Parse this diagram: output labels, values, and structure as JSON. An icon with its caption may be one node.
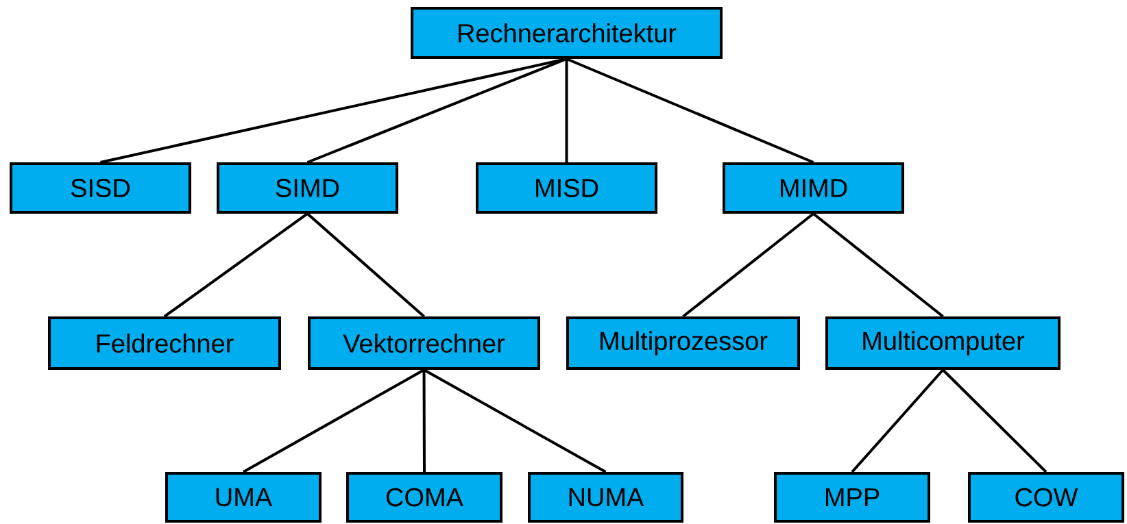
{
  "diagram": {
    "nodes": [
      {
        "text": [
          "Rechnerarchitektur"
        ]
      },
      {
        "text": [
          "SISD"
        ]
      },
      {
        "text": [
          "SIMD"
        ]
      },
      {
        "text": [
          "MISD"
        ]
      },
      {
        "text": [
          "MIMD"
        ]
      },
      {
        "text": [
          "Feldrechner"
        ]
      },
      {
        "text": [
          "Vektorrechner"
        ]
      },
      {
        "text": [
          "Multiprozessor"
        ]
      },
      {
        "text": [
          "Multicomputer"
        ]
      },
      {
        "text": [
          "UMA"
        ]
      },
      {
        "text": [
          "COMA"
        ]
      },
      {
        "text": [
          "NUMA"
        ]
      },
      {
        "text": [
          "MPP"
        ]
      },
      {
        "text": [
          "COW"
        ]
      }
    ],
    "edges": [
      {
        "from": 0,
        "to": 1,
        "arrow": "none"
      },
      {
        "from": 0,
        "to": 2,
        "arrow": "none"
      },
      {
        "from": 0,
        "to": 3,
        "arrow": "none"
      },
      {
        "from": 0,
        "to": 4,
        "arrow": "none"
      },
      {
        "from": 2,
        "to": 5,
        "arrow": "none"
      },
      {
        "from": 2,
        "to": 6,
        "arrow": "none"
      },
      {
        "from": 4,
        "to": 7,
        "arrow": "none"
      },
      {
        "from": 4,
        "to": 8,
        "arrow": "none"
      },
      {
        "from": 6,
        "to": 9,
        "arrow": "none"
      },
      {
        "from": 6,
        "to": 10,
        "arrow": "none"
      },
      {
        "from": 6,
        "to": 11,
        "arrow": "none"
      },
      {
        "from": 8,
        "to": 12,
        "arrow": "none"
      },
      {
        "from": 8,
        "to": 13,
        "arrow": "none"
      }
    ]
  }
}
